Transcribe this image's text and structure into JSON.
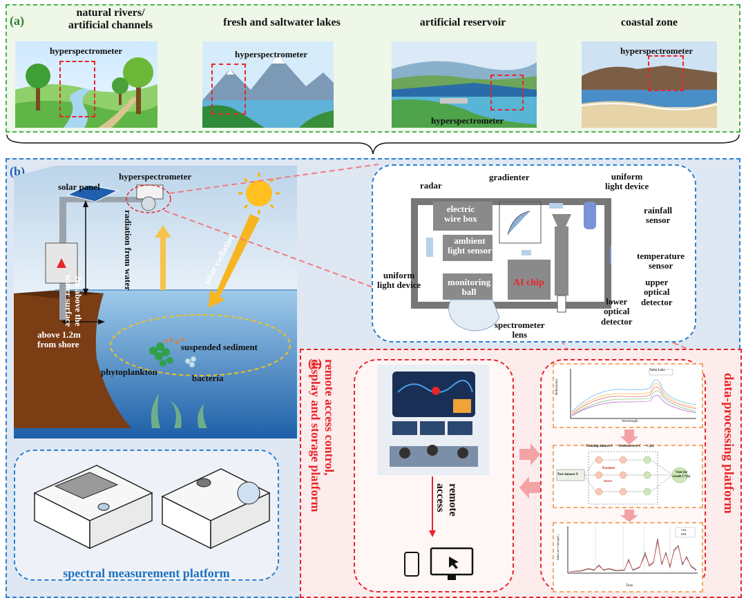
{
  "panel_a": {
    "label": "(a)",
    "scenes": [
      {
        "title_line1": "natural rivers/",
        "title_line2": "artificial channels",
        "device": "hyperspectrometer"
      },
      {
        "title_line1": "fresh and saltwater lakes",
        "title_line2": "",
        "device": "hyperspectrometer"
      },
      {
        "title_line1": "artificial reservoir",
        "title_line2": "",
        "device": "hyperspectrometer"
      },
      {
        "title_line1": "coastal zone",
        "title_line2": "",
        "device": "hyperspectrometer"
      }
    ]
  },
  "panel_b": {
    "label": "(b)",
    "scene": {
      "hyperspectrometer": "hyperspectrometer",
      "solar_panel": "solar panel",
      "height_line1": "2m above the",
      "height_line2": "water surface",
      "radiation_from_water": "radiation from water",
      "solar_radiation": "solar radiation",
      "shore_line1": "above 1.2m",
      "shore_line2": "from shore",
      "suspended_sediment": "suspended sediment",
      "phytoplankton": "phytoplankton",
      "bacteria": "bacteria"
    },
    "device": {
      "radar": "radar",
      "gradienter": "gradienter",
      "uniform_light_top_1": "uniform",
      "uniform_light_top_2": "light device",
      "electric_box_1": "electric",
      "electric_box_2": "wire box",
      "rainfall_1": "rainfall",
      "rainfall_2": "sensor",
      "ambient_1": "ambient",
      "ambient_2": "light sensor",
      "temperature_1": "temperature",
      "temperature_2": "sensor",
      "uniform_light_left_1": "uniform",
      "uniform_light_left_2": "light device",
      "monitoring_1": "monitoring",
      "monitoring_2": "ball",
      "ai_chip": "AI chip",
      "upper_1": "upper",
      "upper_2": "optical",
      "upper_3": "detector",
      "lower_1": "lower",
      "lower_2": "optical",
      "lower_3": "detector",
      "lens_1": "spectrometer",
      "lens_2": "lens"
    },
    "platform_title": "spectral measurement platform"
  },
  "panel_c": {
    "label": "(c)",
    "left_title_1": "remote access control,",
    "left_title_2": "display and storage platform",
    "remote_access_1": "remote",
    "remote_access_2": "access",
    "right_title": "data-processing platform",
    "chart1_legend": "Taihu Lake",
    "chart1_ylabel": "Reflectance",
    "chart1_xlabel": "Wavelength",
    "rf_training": "Training dataset S",
    "rf_tree": "Decision tree C",
    "rf_ci": "Cᵢ(x)",
    "rf_test": "Test dataset X",
    "rf_random": "Random",
    "rf_forest": "forest",
    "rf_vote_1": "Vote for",
    "rf_vote_2": "result C*(x)",
    "chart3_legend_1": "Chla",
    "chart3_legend_2": "RFR",
    "chart3_ylabel": "Taihu Lake Chla (μg/L)",
    "chart3_xlabel": "Time"
  },
  "colors": {
    "panel_a_border": "#4caf50",
    "panel_b_border": "#2a7fd0",
    "panel_c_border": "#e8242a",
    "water": "#3b8fd1",
    "soil": "#7a3d14",
    "sun": "#ffc020"
  }
}
